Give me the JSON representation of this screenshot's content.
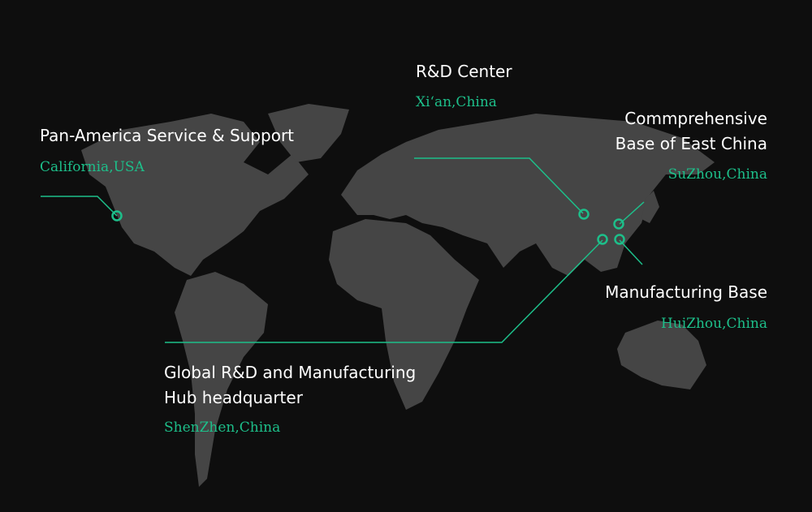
{
  "accent_color": "#1dbf8a",
  "land_color": "#454545",
  "locations": [
    {
      "title": "Pan-America Service & Support",
      "place": "California,USA"
    },
    {
      "title": "R&D Center",
      "place": "Xi‘an,China"
    },
    {
      "title_lines": [
        "Commprehensive",
        "Base of East China"
      ],
      "place": "SuZhou,China"
    },
    {
      "title": "Manufacturing Base",
      "place": "HuiZhou,China"
    },
    {
      "title_lines": [
        "Global R&D and Manufacturing",
        "Hub headquarter"
      ],
      "place": "ShenZhen,China"
    }
  ]
}
